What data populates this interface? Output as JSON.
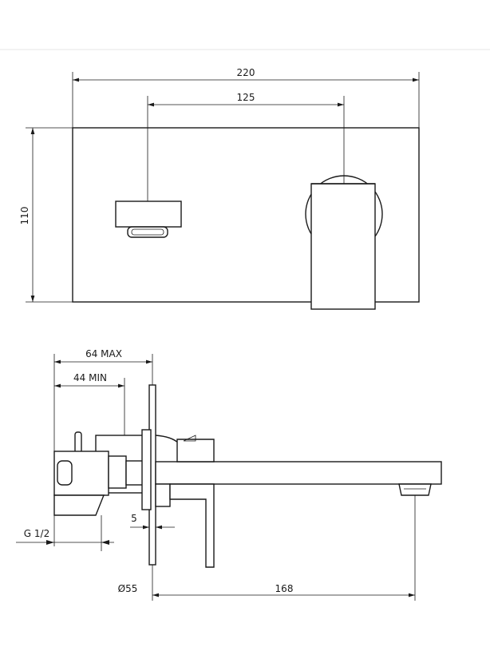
{
  "front_view": {
    "width_label": "220",
    "spacing_label": "125",
    "height_label": "110"
  },
  "side_view": {
    "max_depth_label": "64 MAX",
    "min_depth_label": "44 MIN",
    "plate_thickness_label": "5",
    "thread_label": "G 1/2",
    "plate_diameter_label": "Ø55",
    "spout_length_label": "168"
  },
  "colors": {
    "line": "#1a1a1a",
    "background": "#ffffff"
  }
}
